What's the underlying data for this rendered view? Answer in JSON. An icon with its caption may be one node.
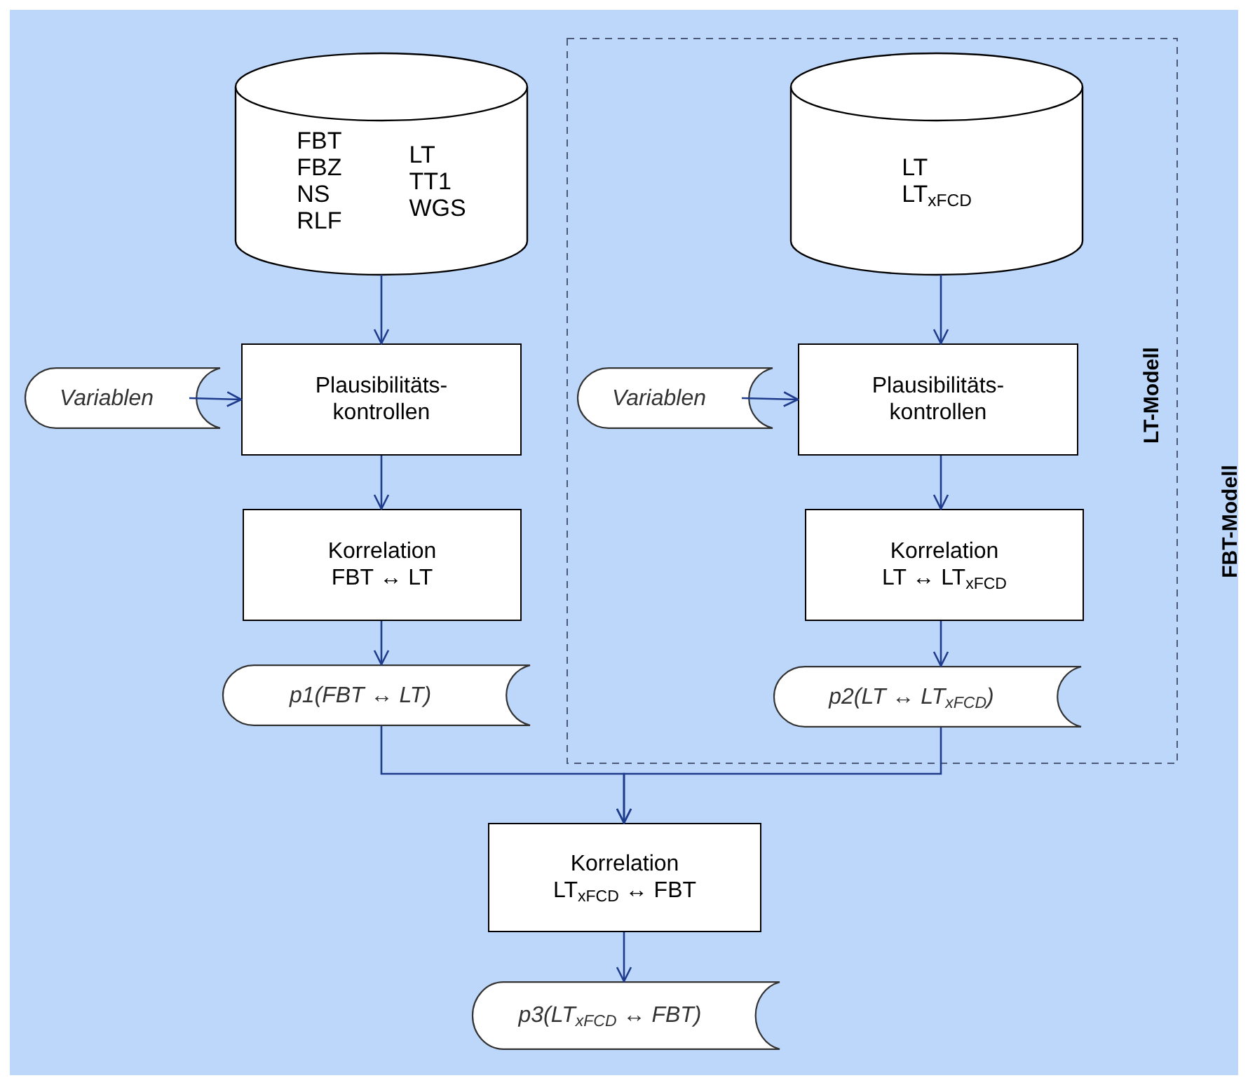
{
  "diagram": {
    "nodes": [
      {
        "text": [
          "FBT-Modell"
        ]
      },
      {
        "text": [
          "LT-Modell"
        ],
        "in": 0
      },
      {
        "text": [
          "FBT FBZ NS RLF",
          "LT TT1 WGS"
        ],
        "in": 0
      },
      {
        "text": [
          "Variablen"
        ],
        "in": 0
      },
      {
        "text": [
          "Plausibilitäts- kontrollen"
        ],
        "in": 0
      },
      {
        "text": [
          "Korrelation",
          "FBT ↔ LT"
        ],
        "in": 0
      },
      {
        "text": [
          "p1(FBT ↔ LT)"
        ],
        "in": 0
      },
      {
        "text": [
          "LT LT$_{xFCD}$"
        ],
        "in": 1
      },
      {
        "text": [
          "Variablen"
        ],
        "in": 1
      },
      {
        "text": [
          "Plausibilitäts- kontrollen"
        ],
        "in": 1
      },
      {
        "text": [
          "Korrelation",
          "LT ↔ LT$_{xFCD}$"
        ],
        "in": 1
      },
      {
        "text": [
          "p2(LT ↔ LT$_{xFCD}$)"
        ],
        "in": 1
      },
      {
        "text": [
          "Korrelation",
          "LT$_{xFCD}$ ↔ FBT"
        ],
        "in": 0
      },
      {
        "text": [
          "p3(LT$_{xFCD}$ ↔ FBT)"
        ],
        "in": 0
      }
    ],
    "edges": [
      {
        "from": 2,
        "to": 4,
        "arrow": "to"
      },
      {
        "from": 3,
        "to": 4,
        "arrow": "to"
      },
      {
        "from": 4,
        "to": 5,
        "arrow": "to"
      },
      {
        "from": 5,
        "to": 6,
        "arrow": "to"
      },
      {
        "from": 7,
        "to": 9,
        "arrow": "to"
      },
      {
        "from": 8,
        "to": 9,
        "arrow": "to"
      },
      {
        "from": 9,
        "to": 10,
        "arrow": "to"
      },
      {
        "from": 10,
        "to": 11,
        "arrow": "to"
      },
      {
        "from": 6,
        "to": 12,
        "arrow": "to"
      },
      {
        "from": 11,
        "to": 12,
        "arrow": "to"
      },
      {
        "from": 12,
        "to": 13,
        "arrow": "to"
      }
    ]
  }
}
